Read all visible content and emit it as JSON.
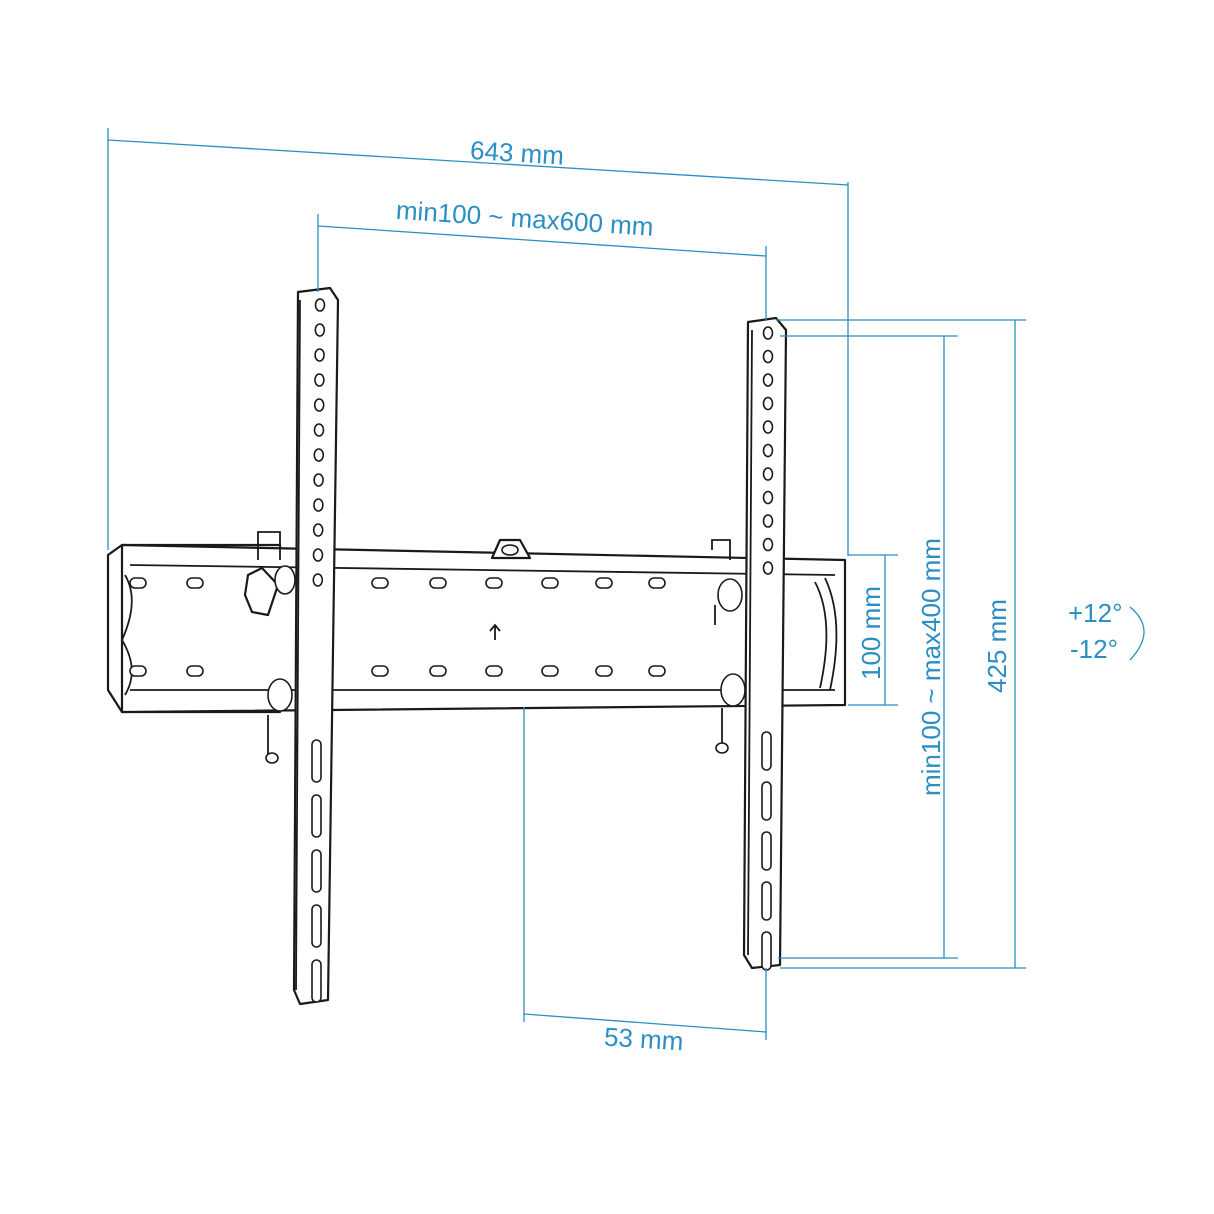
{
  "dimensions": {
    "overall_width": "643 mm",
    "vesa_width": "min100 ~ max600 mm",
    "wall_plate_height": "100 mm",
    "vesa_height": "min100 ~ max400 mm",
    "overall_height": "425 mm",
    "depth": "53 mm",
    "tilt_up": "+12°",
    "tilt_down": "-12°"
  },
  "colors": {
    "dimension": "#2b8ec4",
    "line_art": "#1a1a1a",
    "background": "#ffffff"
  }
}
